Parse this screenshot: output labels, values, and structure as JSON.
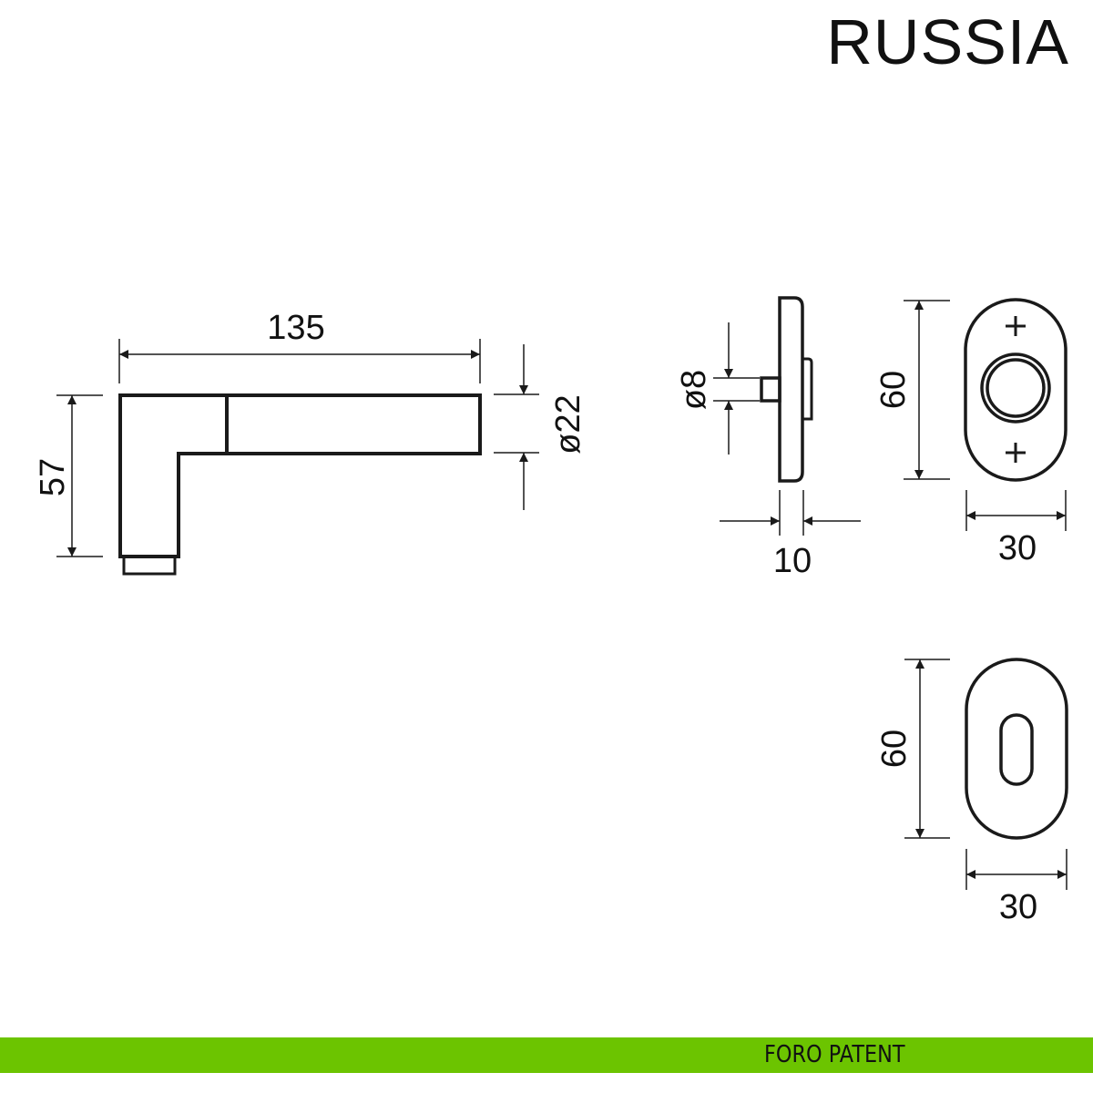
{
  "header": {
    "model_name": "RUSSIA"
  },
  "footer": {
    "label": "FORO PATENT",
    "bar_color": "#6cc400"
  },
  "views": {
    "handle_side": {
      "length_label": "135",
      "height_label": "57",
      "diameter_label": "ø22"
    },
    "rosette_side": {
      "spindle_label": "ø8",
      "thickness_label": "10"
    },
    "rosette_front": {
      "height_label": "60",
      "width_label": "30"
    },
    "escutcheon_front": {
      "height_label": "60",
      "width_label": "30"
    }
  },
  "colors": {
    "line": "#1a1a1a",
    "background": "#ffffff"
  }
}
